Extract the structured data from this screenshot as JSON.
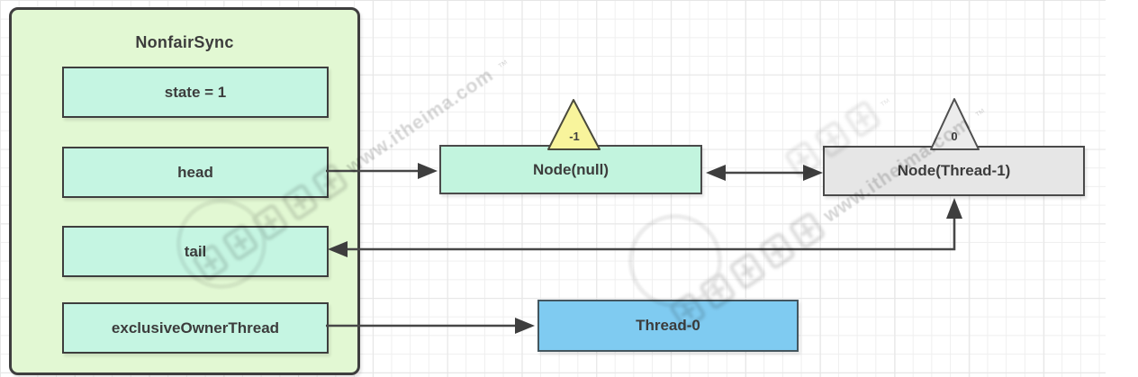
{
  "sync": {
    "title": "NonfairSync",
    "fields": [
      {
        "id": "state",
        "label": "state = 1"
      },
      {
        "id": "head",
        "label": "head"
      },
      {
        "id": "tail",
        "label": "tail"
      },
      {
        "id": "exclusiveOwnerThread",
        "label": "exclusiveOwnerThread"
      }
    ]
  },
  "queue": {
    "nodes": [
      {
        "label": "Node(null)",
        "waitStatus": "-1"
      },
      {
        "label": "Node(Thread-1)",
        "waitStatus": "0"
      }
    ]
  },
  "owner": {
    "label": "Thread-0"
  },
  "watermark": {
    "brand": "黑马程序员",
    "site": "www.itheima.com",
    "tm": "™"
  },
  "colors": {
    "sync_fill": "#e2f8d3",
    "field_fill": "#c5f5e2",
    "node_null_fill": "#c2f4de",
    "node_gray_fill": "#e6e6e6",
    "thread_fill": "#7fcbf1",
    "triangle_yellow": "#f8f49c",
    "triangle_gray": "#ececec",
    "line": "#474747"
  }
}
